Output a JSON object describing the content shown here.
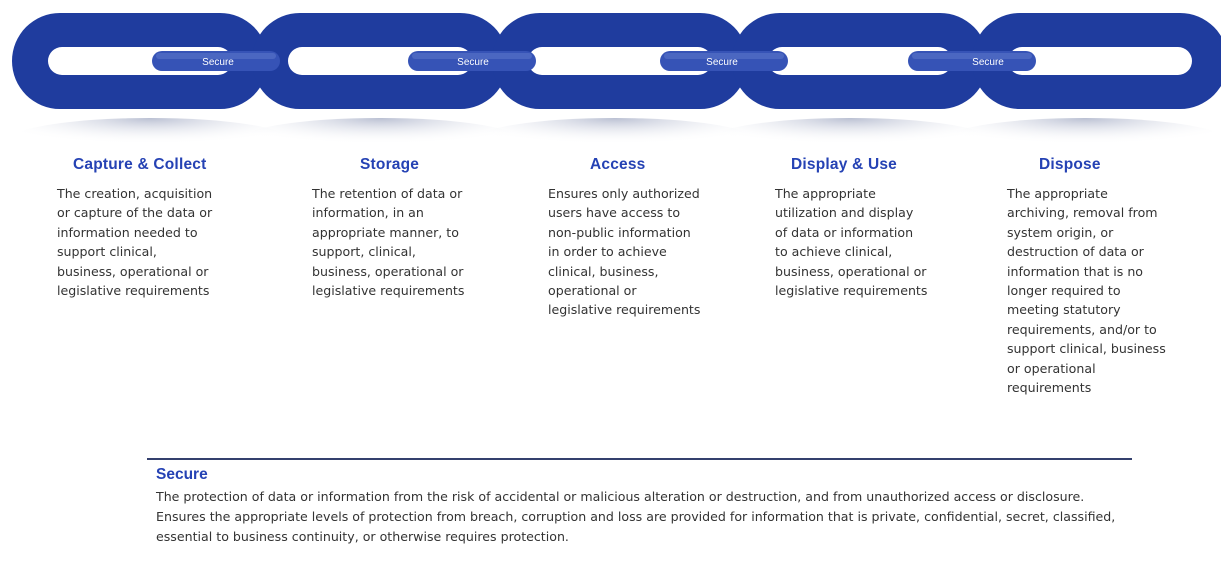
{
  "chain": {
    "link_label": "Secure",
    "color": "#1f3c9e",
    "shadow_color": "#c7cbd9"
  },
  "stages": [
    {
      "title": "Capture & Collect",
      "description": "The creation, acquisition\nor capture of the data or\ninformation needed to\nsupport clinical,\nbusiness, operational or\nlegislative requirements"
    },
    {
      "title": "Storage",
      "description": "The retention of data or\ninformation, in an\nappropriate manner, to\nsupport, clinical,\nbusiness, operational or\nlegislative requirements"
    },
    {
      "title": "Access",
      "description": "Ensures only authorized\nusers have access to\nnon-public information\nin order to achieve\nclinical, business,\noperational or\nlegislative requirements"
    },
    {
      "title": "Display & Use",
      "description": "The appropriate\nutilization and display\nof data or information\nto achieve clinical,\nbusiness, operational or\nlegislative requirements"
    },
    {
      "title": "Dispose",
      "description": "The appropriate\narchiving, removal from\nsystem origin, or\ndestruction of data or\ninformation that is no\nlonger required to\nmeeting statutory\nrequirements, and/or to\nsupport clinical, business\nor operational\nrequirements"
    }
  ],
  "secure": {
    "title": "Secure",
    "description": "The protection of data or information from the risk of accidental or malicious alteration or destruction, and from unauthorized access or disclosure.  Ensures the appropriate levels of protection from breach, corruption and loss are provided for information that is private, confidential, secret, classified, essential to business continuity, or otherwise requires protection."
  }
}
